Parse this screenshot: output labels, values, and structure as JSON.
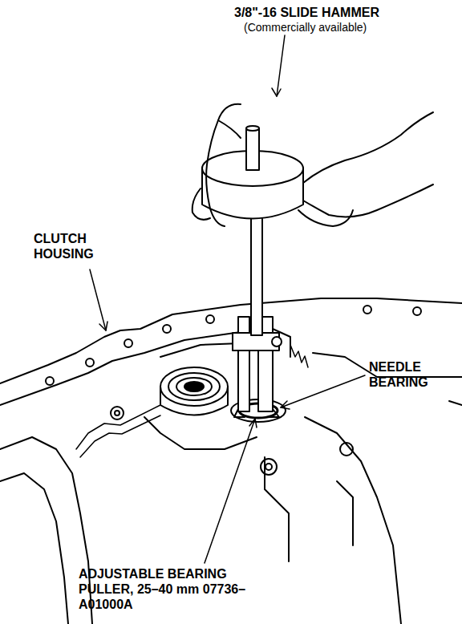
{
  "diagram": {
    "labels": [
      "3/8\"-16 SLIDE HAMMER",
      "(Commercially available)",
      "CLUTCH HOUSING",
      "NEEDLE BEARING",
      "ADJUSTABLE BEARING PULLER, 25–40 mm 07736–A01000A"
    ]
  }
}
